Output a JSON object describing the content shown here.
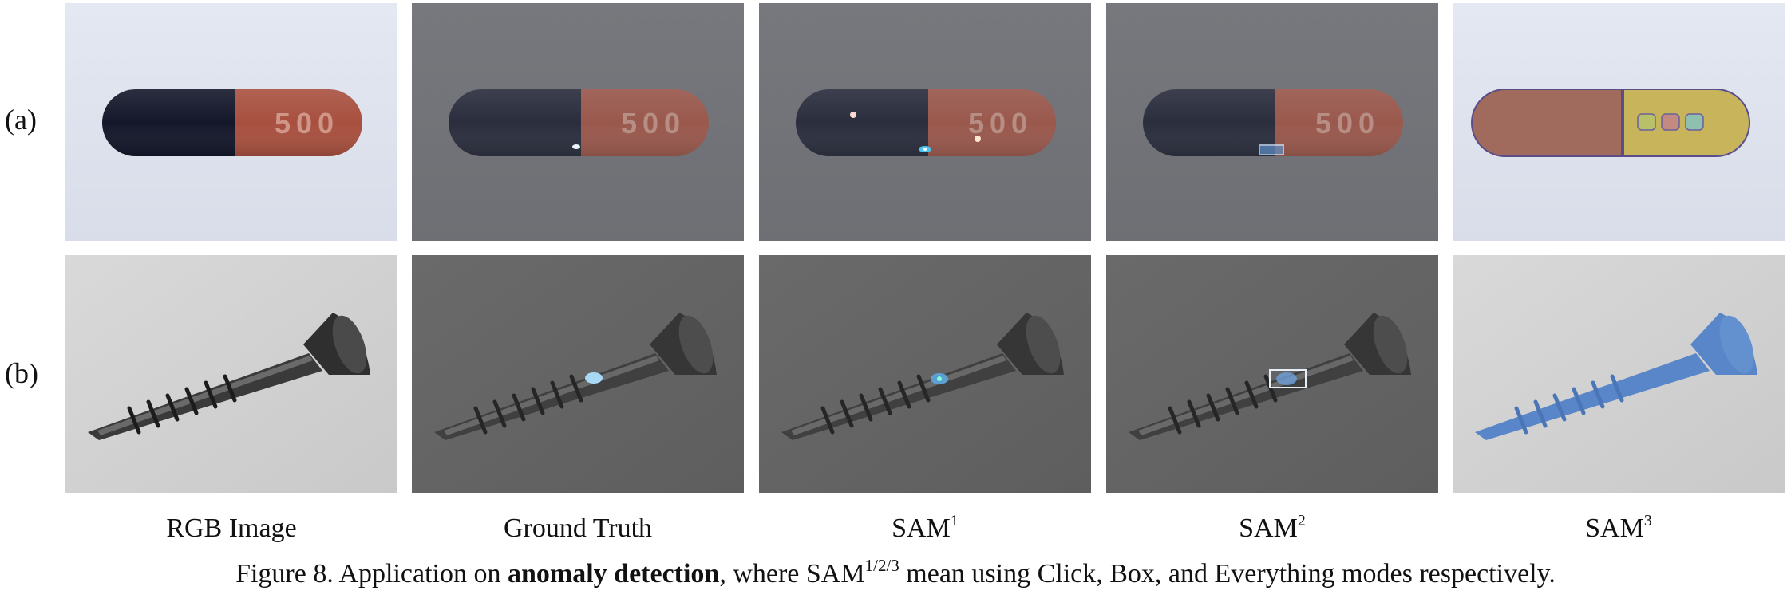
{
  "rows": [
    {
      "label": "(a)",
      "subject": "pill capsule",
      "imprint": "500"
    },
    {
      "label": "(b)",
      "subject": "screw"
    }
  ],
  "columns": [
    {
      "label_main": "RGB Image",
      "label_sup": ""
    },
    {
      "label_main": "Ground Truth",
      "label_sup": ""
    },
    {
      "label_main": "SAM",
      "label_sup": "1"
    },
    {
      "label_main": "SAM",
      "label_sup": "2"
    },
    {
      "label_main": "SAM",
      "label_sup": "3"
    }
  ],
  "caption": {
    "prefix": "Figure 8. Application on ",
    "bold": "anomaly detection",
    "middle": ", where SAM",
    "sup": "1/2/3",
    "suffix": " mean using Click, Box, and Everything modes respectively."
  },
  "colors": {
    "pill_dark": "#14172a",
    "pill_red": "#a8503f",
    "mask_blue": "#4f80c8",
    "mask_yellow": "#c8b45a",
    "highlight_cyan": "#7fd4ff"
  }
}
